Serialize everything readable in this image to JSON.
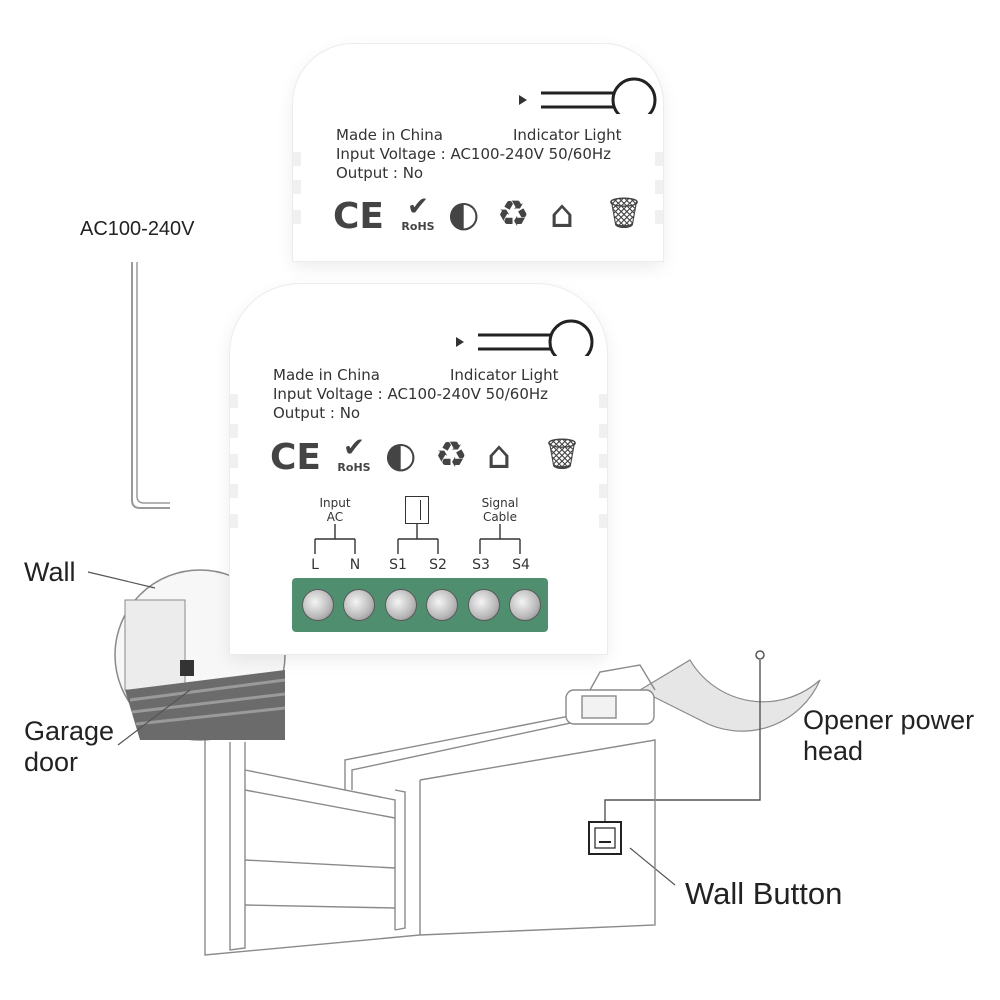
{
  "labels": {
    "voltage": "AC100-240V",
    "wall": "Wall",
    "garage_door_line1": "Garage",
    "garage_door_line2": "door",
    "opener_line1": "Opener power",
    "opener_line2": "head",
    "wall_button": "Wall Button"
  },
  "module": {
    "made_in": "Made in China",
    "indicator": "Indicator Light",
    "input_voltage": "Input Voltage : AC100-240V 50/60Hz",
    "output": "Output :  No",
    "input_group_line1": "Input",
    "input_group_line2": "AC",
    "signal_group_line1": "Signal",
    "signal_group_line2": "Cable",
    "terminals": [
      "L",
      "N",
      "S1",
      "S2",
      "S3",
      "S4"
    ],
    "certifications": [
      "CE",
      "RoHS"
    ],
    "icons": [
      "ce-mark-icon",
      "rohs-check-icon",
      "green-dot-icon",
      "recycle-icon",
      "home-icon",
      "weee-bin-icon"
    ]
  },
  "colors": {
    "terminal_block": "#4f8f6f",
    "line_art": "#8a8a8a"
  }
}
